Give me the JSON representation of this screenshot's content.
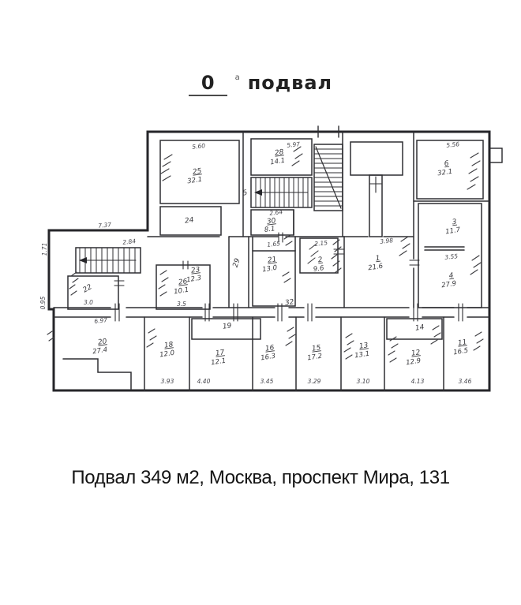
{
  "header": {
    "floor_number": "0",
    "floor_mark": "а",
    "floor_label": "подвал"
  },
  "caption": {
    "text": "Подвал 349 м2, Москва, проспект Мира, 131"
  },
  "plan": {
    "ink_color": "#26262a",
    "rooms": {
      "r25": {
        "number": "25",
        "area": "32.1",
        "dim_top": "5.60"
      },
      "r24": {
        "number": "24"
      },
      "r28": {
        "number": "28",
        "area": "14.1",
        "dim_top": "5.97"
      },
      "r5": {
        "number": "5"
      },
      "r6": {
        "number": "6",
        "area": "32.1",
        "dim_top": "5.56"
      },
      "r3": {
        "number": "3",
        "area": "11.7",
        "dim": "3.55"
      },
      "r4": {
        "number": "4",
        "area": "27.9"
      },
      "r1": {
        "number": "1",
        "area": "21.6",
        "dim_top": "3.98"
      },
      "r30": {
        "number": "30",
        "area": "8.1",
        "dim_top": "2.64"
      },
      "r21": {
        "number": "21",
        "area": "13.0",
        "dim_top": "1.65"
      },
      "r2": {
        "number": "2",
        "area": "9.6",
        "dim_top": "2.15"
      },
      "r29": {
        "number": "29"
      },
      "r23": {
        "number": "23",
        "area": "12.3"
      },
      "r22": {
        "number": "22",
        "dim_bottom": "3.0"
      },
      "r26": {
        "number": "26",
        "area": "10.1",
        "dim_bottom": "3.5"
      },
      "r20": {
        "number": "20",
        "area": "27.4",
        "dim_top": "6.97"
      },
      "r18": {
        "number": "18",
        "area": "12.0",
        "dim_bottom": "3.93"
      },
      "r19": {
        "number": "19"
      },
      "r17": {
        "number": "17",
        "area": "12.1",
        "dim_bottom": "4.40"
      },
      "r16": {
        "number": "16",
        "area": "16.3",
        "dim_bottom": "3.45"
      },
      "r15": {
        "number": "15",
        "area": "17.2",
        "dim_bottom": "3.29"
      },
      "r13": {
        "number": "13",
        "area": "13.1",
        "dim_bottom": "3.10"
      },
      "r14": {
        "number": "14"
      },
      "r12": {
        "number": "12",
        "area": "12.9",
        "dim_bottom": "4.13"
      },
      "r11": {
        "number": "11",
        "area": "16.5",
        "dim_bottom": "3.46"
      },
      "r32": {
        "number": "32"
      }
    },
    "dims": {
      "left_wing_top": "7.37",
      "left_wing_inner": "2.84",
      "left_edge_upper": "1.71",
      "left_edge_lower": "0.95"
    }
  }
}
